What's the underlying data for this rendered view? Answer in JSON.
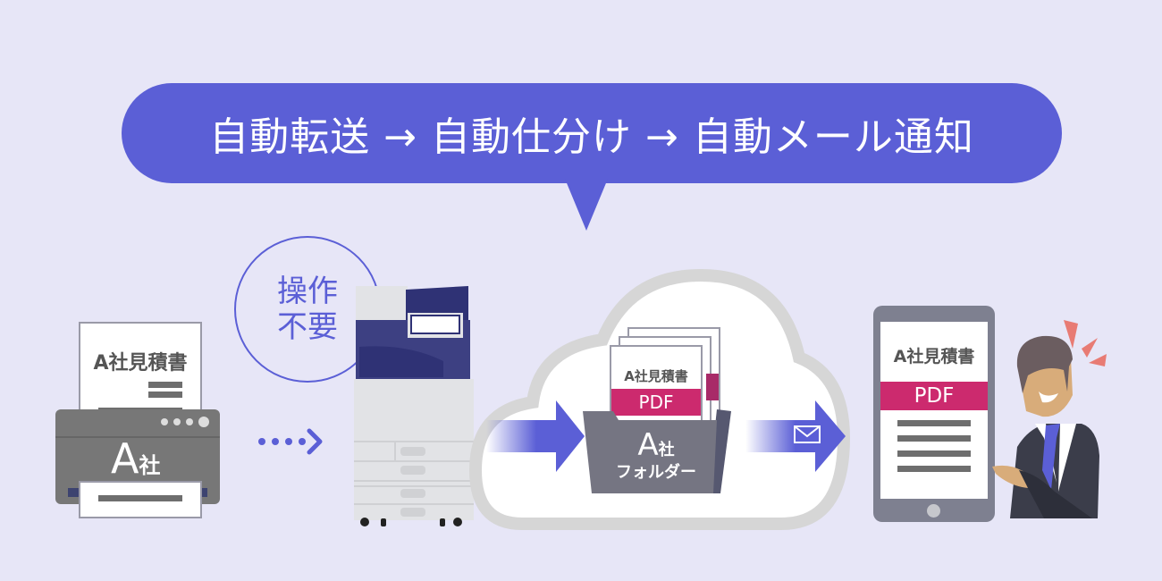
{
  "banner": {
    "step1": "自動転送",
    "arrow": "→",
    "step2": "自動仕分け",
    "step3": "自動メール通知",
    "color": "#5b5fd6"
  },
  "no_operation": {
    "line1": "操作",
    "line2": "不要"
  },
  "fax": {
    "paper_title": "A社見積書",
    "label_big": "A",
    "label_small": "社"
  },
  "folder": {
    "doc_title": "A社見積書",
    "pdf_label": "PDF",
    "label_big": "A",
    "label_small": "社",
    "label_name": "フォルダー"
  },
  "tablet": {
    "doc_title": "A社見積書",
    "pdf_label": "PDF"
  },
  "colors": {
    "background": "#e7e6f7",
    "accent": "#5b5fd6",
    "pdf": "#cc2a6e",
    "gray": "#777777"
  }
}
